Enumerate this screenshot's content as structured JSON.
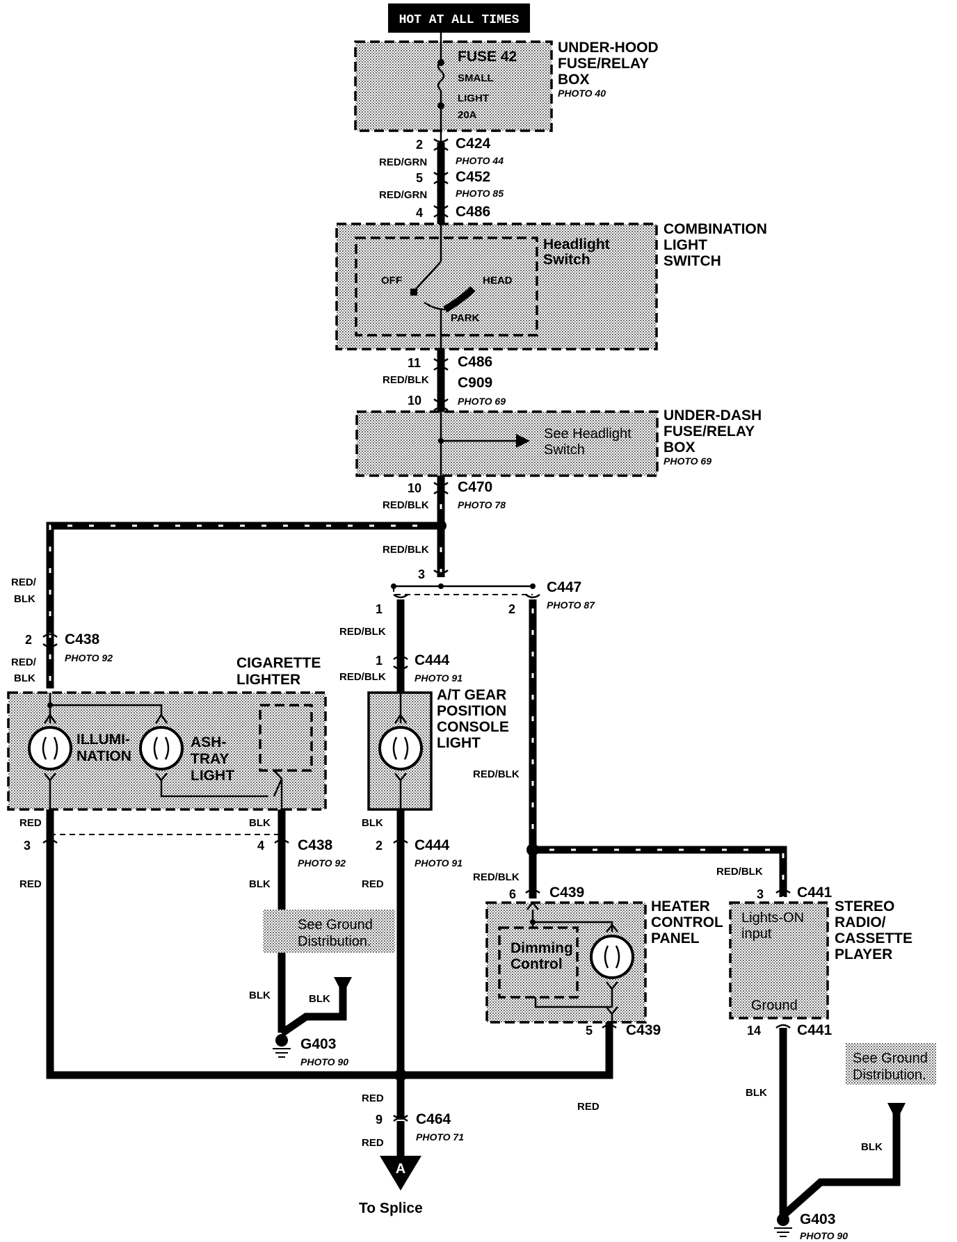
{
  "header": {
    "hot_label": "HOT AT ALL TIMES"
  },
  "components": {
    "underhood_box": {
      "title": [
        "UNDER-HOOD",
        "FUSE/RELAY",
        "BOX"
      ],
      "photo": "PHOTO 40"
    },
    "fuse": {
      "name": "FUSE 42",
      "desc": [
        "SMALL",
        "LIGHT",
        "20A"
      ]
    },
    "combination_switch": {
      "title": [
        "COMBINATION",
        "LIGHT",
        "SWITCH"
      ],
      "inner_title": [
        "Headlight",
        "Switch"
      ],
      "positions": {
        "off": "OFF",
        "head": "HEAD",
        "park": "PARK"
      }
    },
    "underdash_box": {
      "title": [
        "UNDER-DASH",
        "FUSE/RELAY",
        "BOX"
      ],
      "photo": "PHOTO 69",
      "note": [
        "See Headlight",
        "Switch"
      ]
    },
    "cigarette_lighter": {
      "title": [
        "CIGARETTE",
        "LIGHTER"
      ],
      "bulb1": [
        "ILLUMI-",
        "NATION"
      ],
      "bulb2": [
        "ASH-",
        "TRAY",
        "LIGHT"
      ]
    },
    "at_gear": {
      "title": [
        "A/T GEAR",
        "POSITION",
        "CONSOLE",
        "LIGHT"
      ]
    },
    "heater_panel": {
      "title": [
        "HEATER",
        "CONTROL",
        "PANEL"
      ],
      "inner": [
        "Dimming",
        "Control"
      ]
    },
    "stereo": {
      "title": [
        "STEREO",
        "RADIO/",
        "CASSETTE",
        "PLAYER"
      ],
      "input": [
        "Lights-ON",
        "input"
      ],
      "ground": "Ground"
    },
    "ground_note_left": [
      "See Ground",
      "Distribution."
    ],
    "ground_note_right": [
      "See Ground",
      "Distribution."
    ],
    "splice_label": "To Splice",
    "splice_letter": "A"
  },
  "connectors": {
    "c424": {
      "pin": "2",
      "name": "C424",
      "photo": "PHOTO 44",
      "wire": "RED/GRN"
    },
    "c452": {
      "pin": "5",
      "name": "C452",
      "photo": "PHOTO 85",
      "wire": "RED/GRN"
    },
    "c486_top": {
      "pin": "4",
      "name": "C486"
    },
    "c486_bot": {
      "pin": "11",
      "name": "C486",
      "wire": "RED/BLK"
    },
    "c909": {
      "pin": "10",
      "name": "C909",
      "photo": "PHOTO 69"
    },
    "c470": {
      "pin": "10",
      "name": "C470",
      "photo": "PHOTO 78",
      "wire": "RED/BLK"
    },
    "c447": {
      "pin_in": "3",
      "pin1": "1",
      "pin2": "2",
      "name": "C447",
      "photo": "PHOTO 87",
      "wire": "RED/BLK"
    },
    "c438_top": {
      "pin": "2",
      "name": "C438",
      "photo": "PHOTO 92"
    },
    "c444_top": {
      "pin": "1",
      "name": "C444",
      "photo": "PHOTO 91"
    },
    "c438_bot": {
      "pin_red": "3",
      "pin_blk": "4",
      "name": "C438",
      "photo": "PHOTO 92"
    },
    "c444_bot": {
      "pin": "2",
      "name": "C444",
      "photo": "PHOTO 91"
    },
    "c439_top": {
      "pin": "6",
      "name": "C439"
    },
    "c439_bot": {
      "pin": "5",
      "name": "C439"
    },
    "c441_top": {
      "pin": "3",
      "name": "C441"
    },
    "c441_bot": {
      "pin": "14",
      "name": "C441"
    },
    "c464": {
      "pin": "9",
      "name": "C464",
      "photo": "PHOTO 71"
    },
    "g403_left": {
      "name": "G403",
      "photo": "PHOTO 90"
    },
    "g403_right": {
      "name": "G403",
      "photo": "PHOTO 90"
    }
  },
  "wires": {
    "red_blk": "RED/BLK",
    "red_blk_split": [
      "RED/",
      "BLK"
    ],
    "red": "RED",
    "blk": "BLK"
  }
}
